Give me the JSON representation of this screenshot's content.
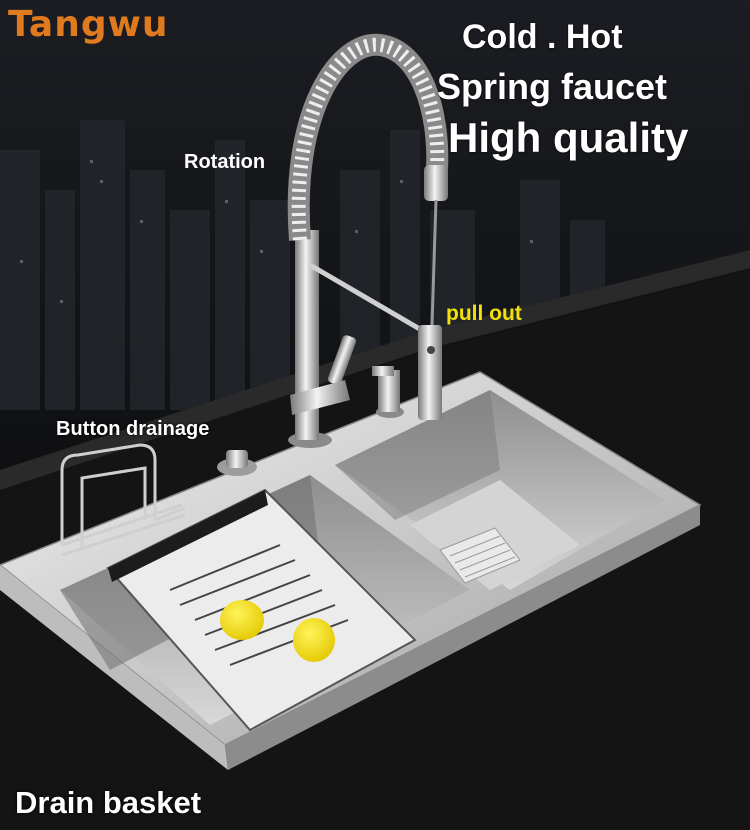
{
  "brand": "Tangwu",
  "headline": {
    "line1": "Cold  . Hot",
    "line2": "Spring faucet",
    "line3": "High quality"
  },
  "callouts": {
    "rotation": "Rotation",
    "pull_out": "pull out",
    "button_drainage": "Button drainage",
    "drain_basket": "Drain basket"
  },
  "colors": {
    "brand": "#e07a1f",
    "callout_highlight": "#f2e20c",
    "text": "#ffffff"
  }
}
